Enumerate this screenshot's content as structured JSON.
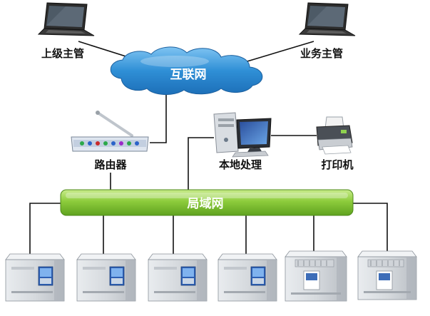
{
  "nodes": {
    "superior": {
      "label": "上级主管"
    },
    "business": {
      "label": "业务主管"
    },
    "internet": {
      "label": "互联网"
    },
    "router": {
      "label": "路由器"
    },
    "local": {
      "label": "本地处理"
    },
    "printer": {
      "label": "打印机"
    },
    "lan": {
      "label": "局域网"
    }
  },
  "instruments": [
    {
      "id": "instrument-1"
    },
    {
      "id": "instrument-2"
    },
    {
      "id": "instrument-3"
    },
    {
      "id": "instrument-4"
    },
    {
      "id": "instrument-5"
    },
    {
      "id": "instrument-6"
    }
  ],
  "colors": {
    "cloud": "#2f8fd6",
    "lan_bar": "#86c93a",
    "wire": "#111111"
  },
  "icons": [
    "laptop-icon",
    "cloud-icon",
    "router-icon",
    "desktop-computer-icon",
    "printer-icon",
    "gas-chromatograph-icon"
  ]
}
